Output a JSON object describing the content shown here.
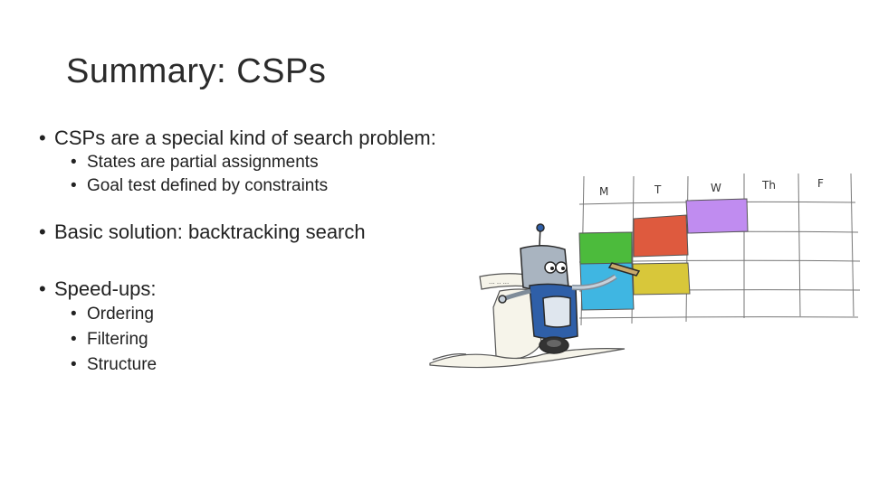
{
  "slide": {
    "title": "Summary: CSPs",
    "bullets": [
      {
        "text": "CSPs are a special kind of search problem:",
        "sub": [
          "States are partial assignments",
          "Goal test defined by constraints"
        ]
      },
      {
        "text": "Basic solution: backtracking search",
        "sub": []
      },
      {
        "text": "Speed-ups:",
        "sub": [
          "Ordering",
          "Filtering",
          "Structure"
        ]
      }
    ],
    "bullet_glyph": "•"
  },
  "illustration": {
    "schedule_days": [
      "M",
      "T",
      "W",
      "Th",
      "F"
    ],
    "colors": {
      "green": "#4cbb3c",
      "red": "#de5a3e",
      "purple": "#c08cf0",
      "blue": "#3fb6e2",
      "yellow": "#d8c73a",
      "robot_body": "#2f5fa8",
      "robot_grey": "#a9b4c0"
    }
  }
}
